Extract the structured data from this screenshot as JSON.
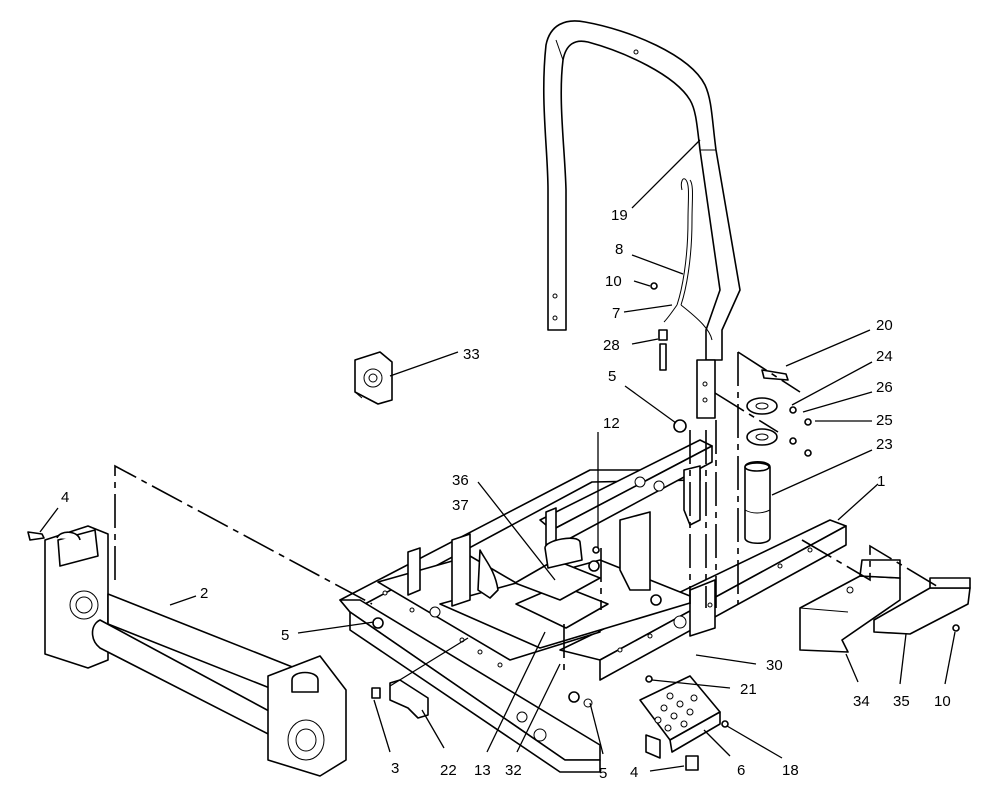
{
  "diagram": {
    "callouts": [
      {
        "id": "c1",
        "text": "1"
      },
      {
        "id": "c2",
        "text": "2"
      },
      {
        "id": "c3",
        "text": "3"
      },
      {
        "id": "c4a",
        "text": "4"
      },
      {
        "id": "c4b",
        "text": "4"
      },
      {
        "id": "c5a",
        "text": "5"
      },
      {
        "id": "c5b",
        "text": "5"
      },
      {
        "id": "c5c",
        "text": "5"
      },
      {
        "id": "c6",
        "text": "6"
      },
      {
        "id": "c7",
        "text": "7"
      },
      {
        "id": "c8",
        "text": "8"
      },
      {
        "id": "c10a",
        "text": "10"
      },
      {
        "id": "c10b",
        "text": "10"
      },
      {
        "id": "c12",
        "text": "12"
      },
      {
        "id": "c13",
        "text": "13"
      },
      {
        "id": "c18",
        "text": "18"
      },
      {
        "id": "c19",
        "text": "19"
      },
      {
        "id": "c20",
        "text": "20"
      },
      {
        "id": "c21",
        "text": "21"
      },
      {
        "id": "c22",
        "text": "22"
      },
      {
        "id": "c23",
        "text": "23"
      },
      {
        "id": "c24",
        "text": "24"
      },
      {
        "id": "c25",
        "text": "25"
      },
      {
        "id": "c26",
        "text": "26"
      },
      {
        "id": "c28",
        "text": "28"
      },
      {
        "id": "c30",
        "text": "30"
      },
      {
        "id": "c32",
        "text": "32"
      },
      {
        "id": "c33",
        "text": "33"
      },
      {
        "id": "c34",
        "text": "34"
      },
      {
        "id": "c35",
        "text": "35"
      },
      {
        "id": "c36",
        "text": "36"
      },
      {
        "id": "c37",
        "text": "37"
      }
    ]
  }
}
